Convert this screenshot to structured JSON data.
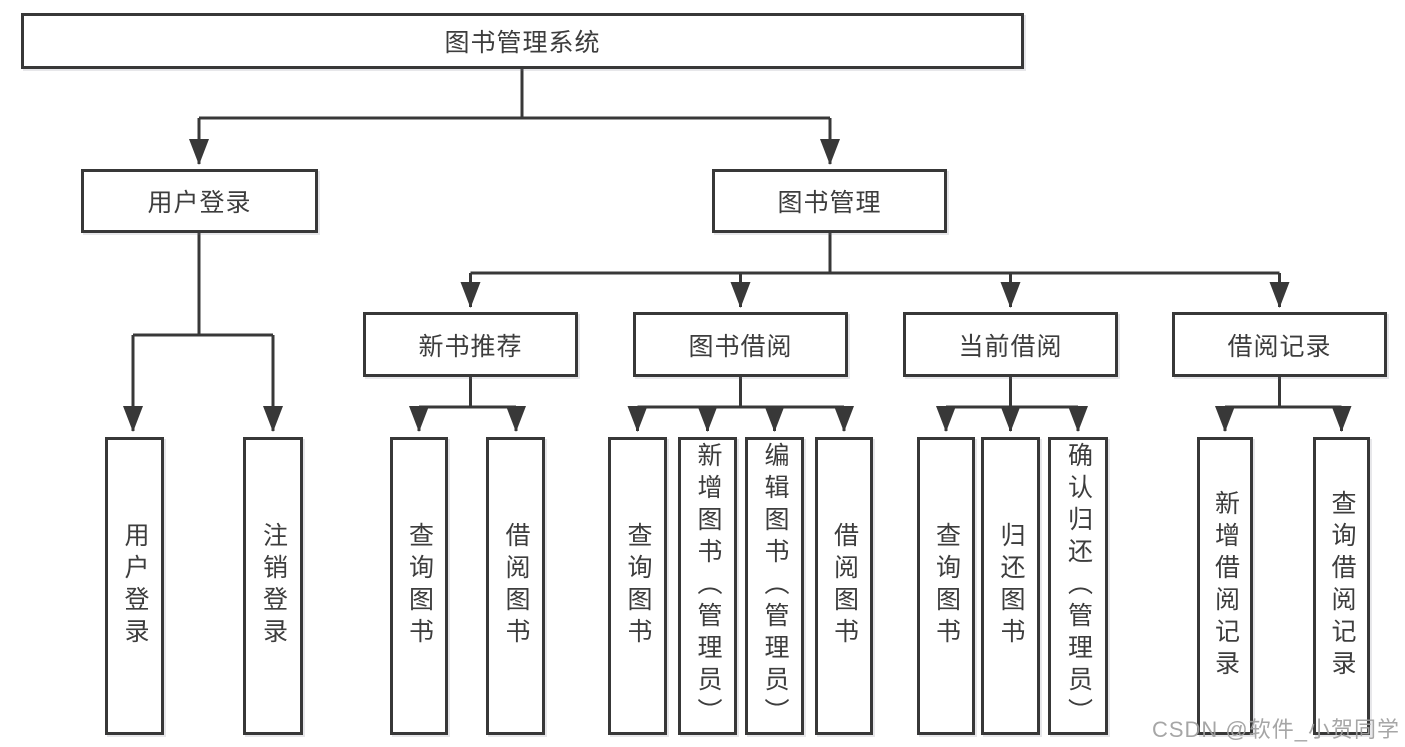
{
  "tree": {
    "root": {
      "label": "图书管理系统"
    },
    "children": [
      {
        "label": "用户登录",
        "children": [
          {
            "label": "用户登录"
          },
          {
            "label": "注销登录"
          }
        ]
      },
      {
        "label": "图书管理",
        "children": [
          {
            "label": "新书推荐",
            "children": [
              {
                "label": "查询图书"
              },
              {
                "label": "借阅图书"
              }
            ]
          },
          {
            "label": "图书借阅",
            "children": [
              {
                "label": "查询图书"
              },
              {
                "label": "新增图书（管理员）"
              },
              {
                "label": "编辑图书（管理员）"
              },
              {
                "label": "借阅图书"
              }
            ]
          },
          {
            "label": "当前借阅",
            "children": [
              {
                "label": "查询图书"
              },
              {
                "label": "归还图书"
              },
              {
                "label": "确认归还（管理员）"
              }
            ]
          },
          {
            "label": "借阅记录",
            "children": [
              {
                "label": "新增借阅记录"
              },
              {
                "label": "查询借阅记录"
              }
            ]
          }
        ]
      }
    ]
  },
  "watermark": "CSDN @软件_小贺同学",
  "colors": {
    "line": "#383838",
    "text": "#3d3d3d",
    "background": "#ffffff",
    "watermark": "#9e9e9e"
  }
}
